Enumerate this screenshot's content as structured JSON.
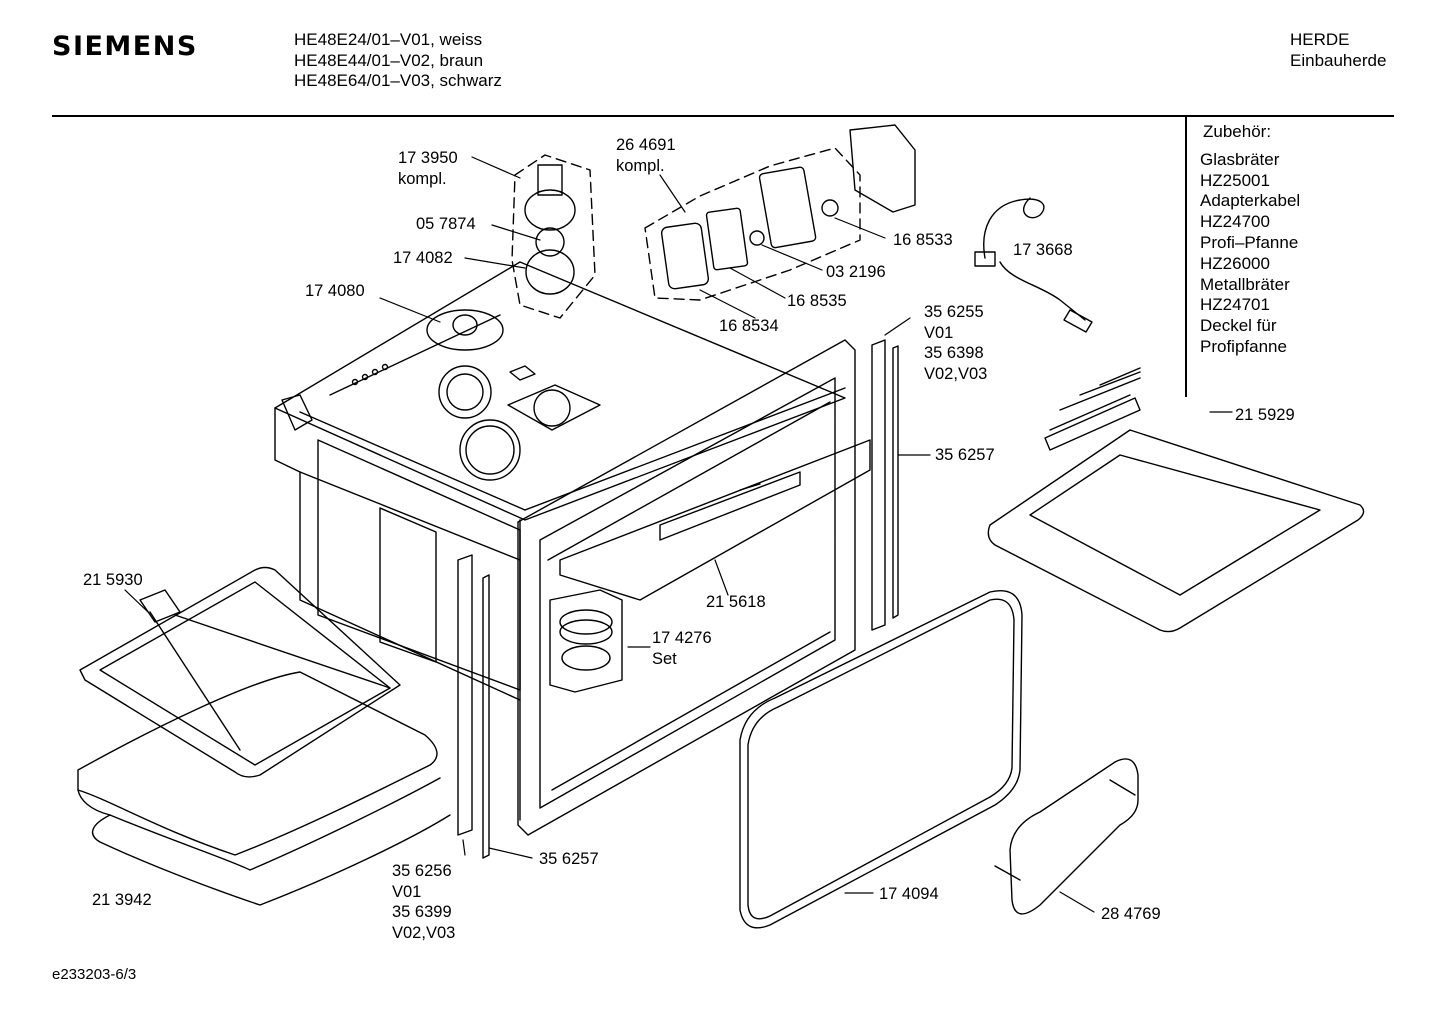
{
  "header": {
    "brand": "SIEMENS",
    "models": [
      "HE48E24/01–V01, weiss",
      "HE48E44/01–V02, braun",
      "HE48E64/01–V03, schwarz"
    ],
    "category": [
      "HERDE",
      "Einbauherde"
    ]
  },
  "accessories": {
    "title": "Zubehör:",
    "items": [
      "Glasbräter",
      "HZ25001",
      "Adapterkabel",
      "HZ24700",
      "Profi–Pfanne",
      "HZ26000",
      "Metallbräter",
      "HZ24701",
      "Deckel für",
      "Profipfanne"
    ]
  },
  "parts": {
    "p173950": [
      "17 3950",
      "kompl."
    ],
    "p057874": "05 7874",
    "p174082": "17 4082",
    "p174080": "17 4080",
    "p264691": [
      "26 4691",
      "kompl."
    ],
    "p168533": "16 8533",
    "p032196": "03 2196",
    "p168535": "16 8535",
    "p168534": "16 8534",
    "p173668": "17 3668",
    "p356255": [
      "35 6255",
      "V01",
      "35 6398",
      "V02,V03"
    ],
    "p356257_top": "35 6257",
    "p215929": "21 5929",
    "p215618": "21 5618",
    "p174276": [
      "17 4276",
      "Set"
    ],
    "p215930": "21 5930",
    "p213942": "21 3942",
    "p356256": [
      "35 6256",
      "V01",
      "35 6399",
      "V02,V03"
    ],
    "p356257_bottom": "35 6257",
    "p174094": "17 4094",
    "p284769": "28 4769"
  },
  "footer": {
    "docref": "e233203-6/3"
  }
}
